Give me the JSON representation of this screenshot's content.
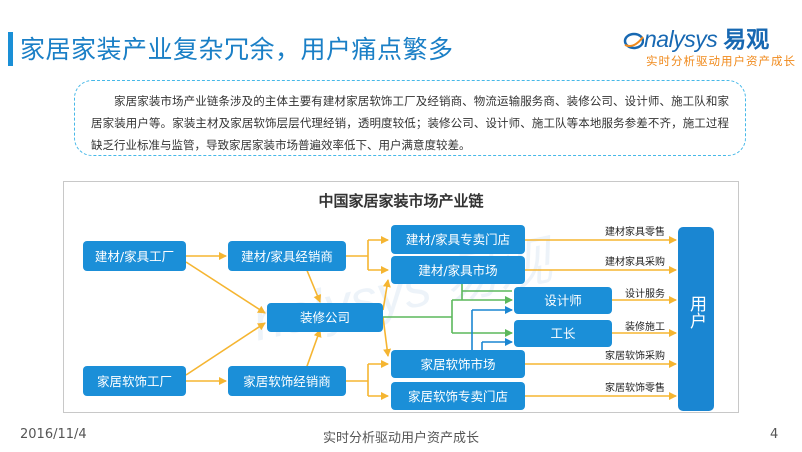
{
  "header": {
    "title": "家居家装产业复杂冗余，用户痛点繁多"
  },
  "logo": {
    "brand": "nalysys",
    "brand_cn": "易观",
    "slogan": "实时分析驱动用户资产成长"
  },
  "intro": {
    "text": "家居家装市场产业链条涉及的主体主要有建材家居软饰工厂及经销商、物流运输服务商、装修公司、设计师、施工队和家居家装用户等。家装主材及家居软饰层层代理经销，透明度较低；装修公司、设计师、施工队等本地服务参差不齐，施工过程缺乏行业标准与监管，导致家居家装市场普遍效率低下、用户满意度较差。"
  },
  "diagram": {
    "title": "中国家居家装市场产业链",
    "nodes": {
      "building_factory": "建材/家具工厂",
      "building_dealer": "建材/家具经销商",
      "building_store": "建材/家具专卖门店",
      "building_market": "建材/家具市场",
      "decoration_company": "装修公司",
      "designer": "设计师",
      "worker": "工长",
      "soft_factory": "家居软饰工厂",
      "soft_dealer": "家居软饰经销商",
      "soft_market": "家居软饰市场",
      "soft_store": "家居软饰专卖门店",
      "user": "用户"
    },
    "edge_labels": {
      "building_retail": "建材家具零售",
      "building_purchase": "建材家具采购",
      "design_service": "设计服务",
      "decoration_work": "装修施工",
      "soft_purchase": "家居软饰采购",
      "soft_retail": "家居软饰零售"
    },
    "colors": {
      "node_fill": "#1b8fd8",
      "user_fill": "#1a86d2",
      "arrow_orange": "#f5b531",
      "arrow_green": "#5cb85c",
      "arrow_blue": "#1a86d2"
    }
  },
  "footer": {
    "date": "2016/11/4",
    "slogan": "实时分析驱动用户资产成长",
    "page": "4"
  }
}
